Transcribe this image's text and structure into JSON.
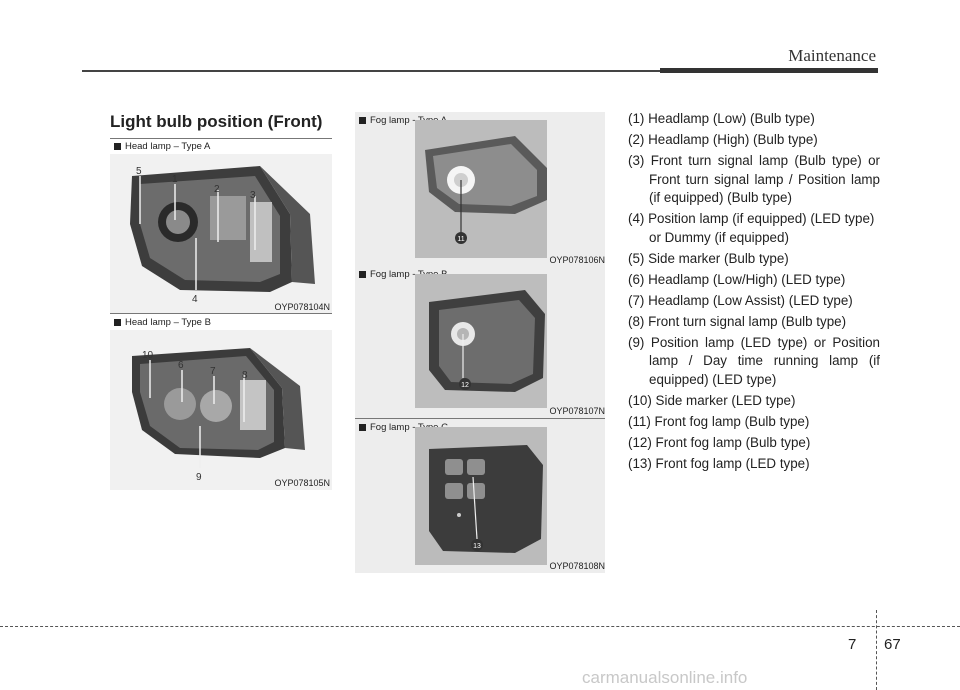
{
  "header": {
    "section": "Maintenance"
  },
  "title": "Light bulb position (Front)",
  "figures": {
    "head_a": {
      "caption": "Head lamp – Type A",
      "code": "OYP078104N",
      "numbers": [
        "5",
        "1",
        "2",
        "3",
        "4"
      ]
    },
    "head_b": {
      "caption": "Head lamp – Type B",
      "code": "OYP078105N",
      "numbers": [
        "10",
        "6",
        "7",
        "8",
        "9"
      ]
    },
    "fog_a": {
      "caption": "Fog lamp - Type A",
      "code": "OYP078106N",
      "number": "11"
    },
    "fog_b": {
      "caption": "Fog lamp - Type B",
      "code": "OYP078107N",
      "number": "12"
    },
    "fog_c": {
      "caption": "Fog lamp - Type C",
      "code": "OYP078108N",
      "number": "13"
    }
  },
  "list": [
    "(1) Headlamp (Low) (Bulb type)",
    "(2) Headlamp (High) (Bulb type)",
    "(3) Front turn signal lamp (Bulb type) or Front turn signal lamp / Position lamp (if equipped) (Bulb type)",
    "(4) Position lamp (if equipped) (LED type) or Dummy (if equipped)",
    "(5) Side marker (Bulb type)",
    "(6) Headlamp (Low/High) (LED type)",
    "(7) Headlamp (Low Assist) (LED type)",
    "(8) Front turn signal lamp (Bulb type)",
    "(9) Position lamp (LED type) or Position lamp / Day time running lamp (if equipped) (LED type)",
    "(10) Side marker (LED type)",
    "(11) Front fog lamp (Bulb type)",
    "(12) Front fog lamp (Bulb type)",
    "(13) Front fog lamp (LED type)"
  ],
  "footer": {
    "chapter": "7",
    "page": "67",
    "watermark": "carmanualsonline.info"
  }
}
